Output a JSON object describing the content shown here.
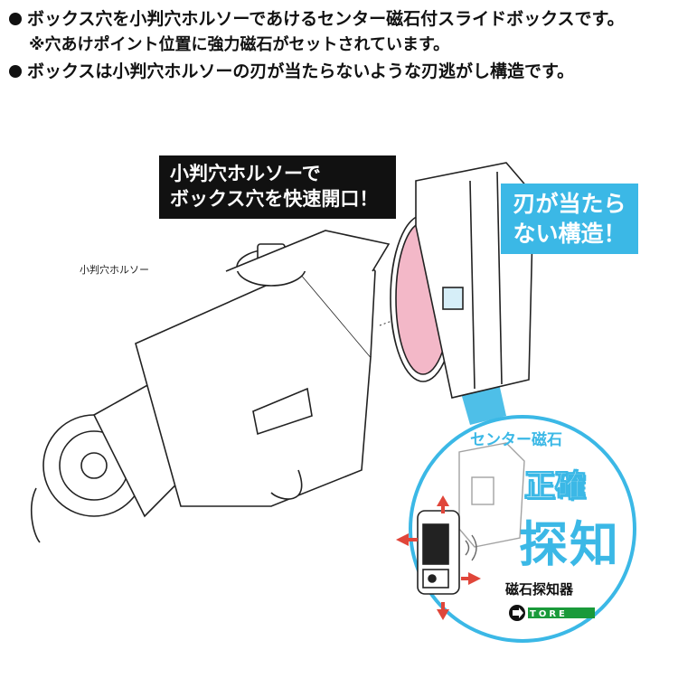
{
  "bullets": [
    "ボックス穴を小判穴ホルソーであけるセンター磁石付スライドボックスです。",
    "ボックスは小判穴ホルソーの刃が当たらないような刃逃がし構造です。"
  ],
  "note": "※穴あけポイント位置に強力磁石がセットされています。",
  "callouts": {
    "black_line1": "小判穴ホルソーで",
    "black_line2": "ボックス穴を快速開口！",
    "cyan_line1": "刃が当たら",
    "cyan_line2": "ない構造！"
  },
  "labels": {
    "saw": "小判穴ホルソー",
    "center_magnet": "センター磁石",
    "accurate": "正確",
    "detect": "探知",
    "detector": "磁石探知器",
    "brand": "TORE"
  },
  "colors": {
    "accent": "#3bb8e6",
    "pink": "#f3b8c8",
    "arrow_red": "#e0463a",
    "brand_green": "#1a9a3a"
  }
}
